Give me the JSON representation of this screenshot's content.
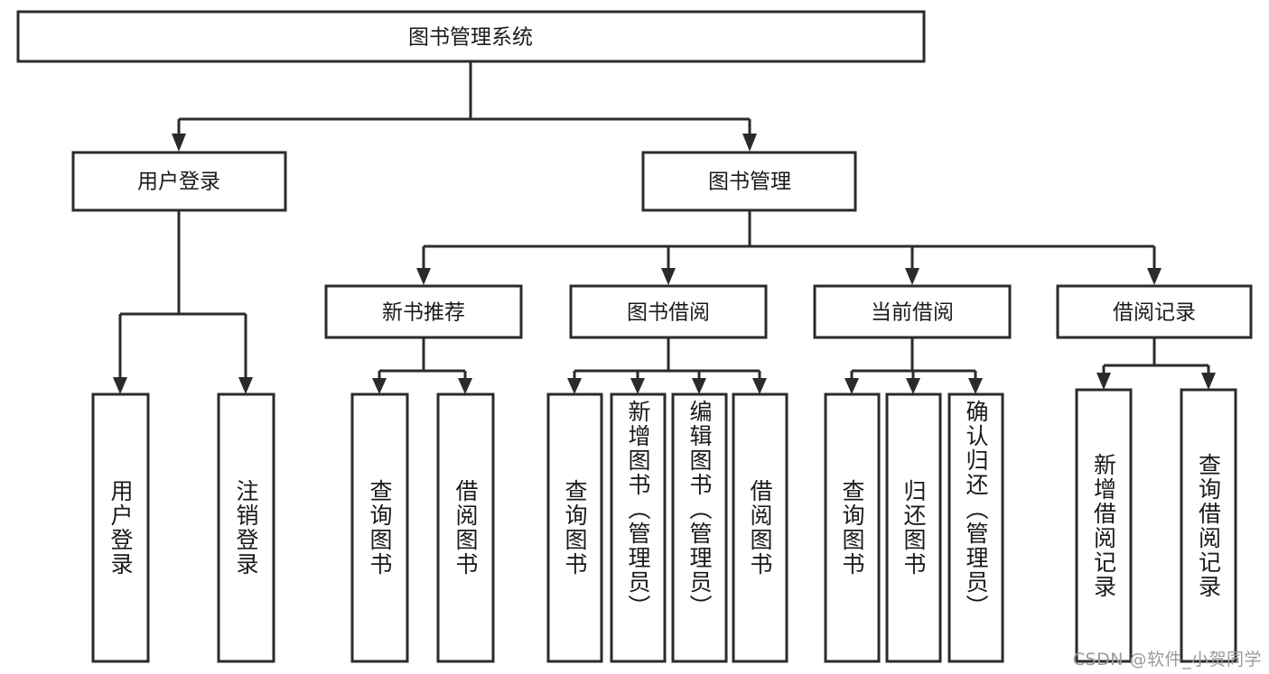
{
  "diagram": {
    "title": "图书管理系统",
    "type": "tree-hierarchy",
    "orientation": "top-down",
    "style": {
      "box_fill": "#ffffff",
      "box_stroke": "#2b2b2b",
      "text_color": "#1a1a1a",
      "background": "#ffffff",
      "watermark_color": "#9a9a9a"
    },
    "root": {
      "label": "图书管理系统"
    },
    "level2": [
      {
        "label": "用户登录"
      },
      {
        "label": "图书管理"
      }
    ],
    "level3": [
      {
        "label": "新书推荐"
      },
      {
        "label": "图书借阅"
      },
      {
        "label": "当前借阅"
      },
      {
        "label": "借阅记录"
      }
    ],
    "leaves": {
      "user_login": [
        {
          "label": "用户登录"
        },
        {
          "label": "注销登录"
        }
      ],
      "new_book_recommend": [
        {
          "label": "查询图书"
        },
        {
          "label": "借阅图书"
        }
      ],
      "book_borrow": [
        {
          "label": "查询图书"
        },
        {
          "label": "新增图书（管理员）"
        },
        {
          "label": "编辑图书（管理员）"
        },
        {
          "label": "借阅图书"
        }
      ],
      "current_borrow": [
        {
          "label": "查询图书"
        },
        {
          "label": "归还图书"
        },
        {
          "label": "确认归还（管理员）"
        }
      ],
      "borrow_record": [
        {
          "label": "新增借阅记录"
        },
        {
          "label": "查询借阅记录"
        }
      ]
    }
  },
  "watermark": {
    "text": "CSDN @软件_小贺同学"
  }
}
